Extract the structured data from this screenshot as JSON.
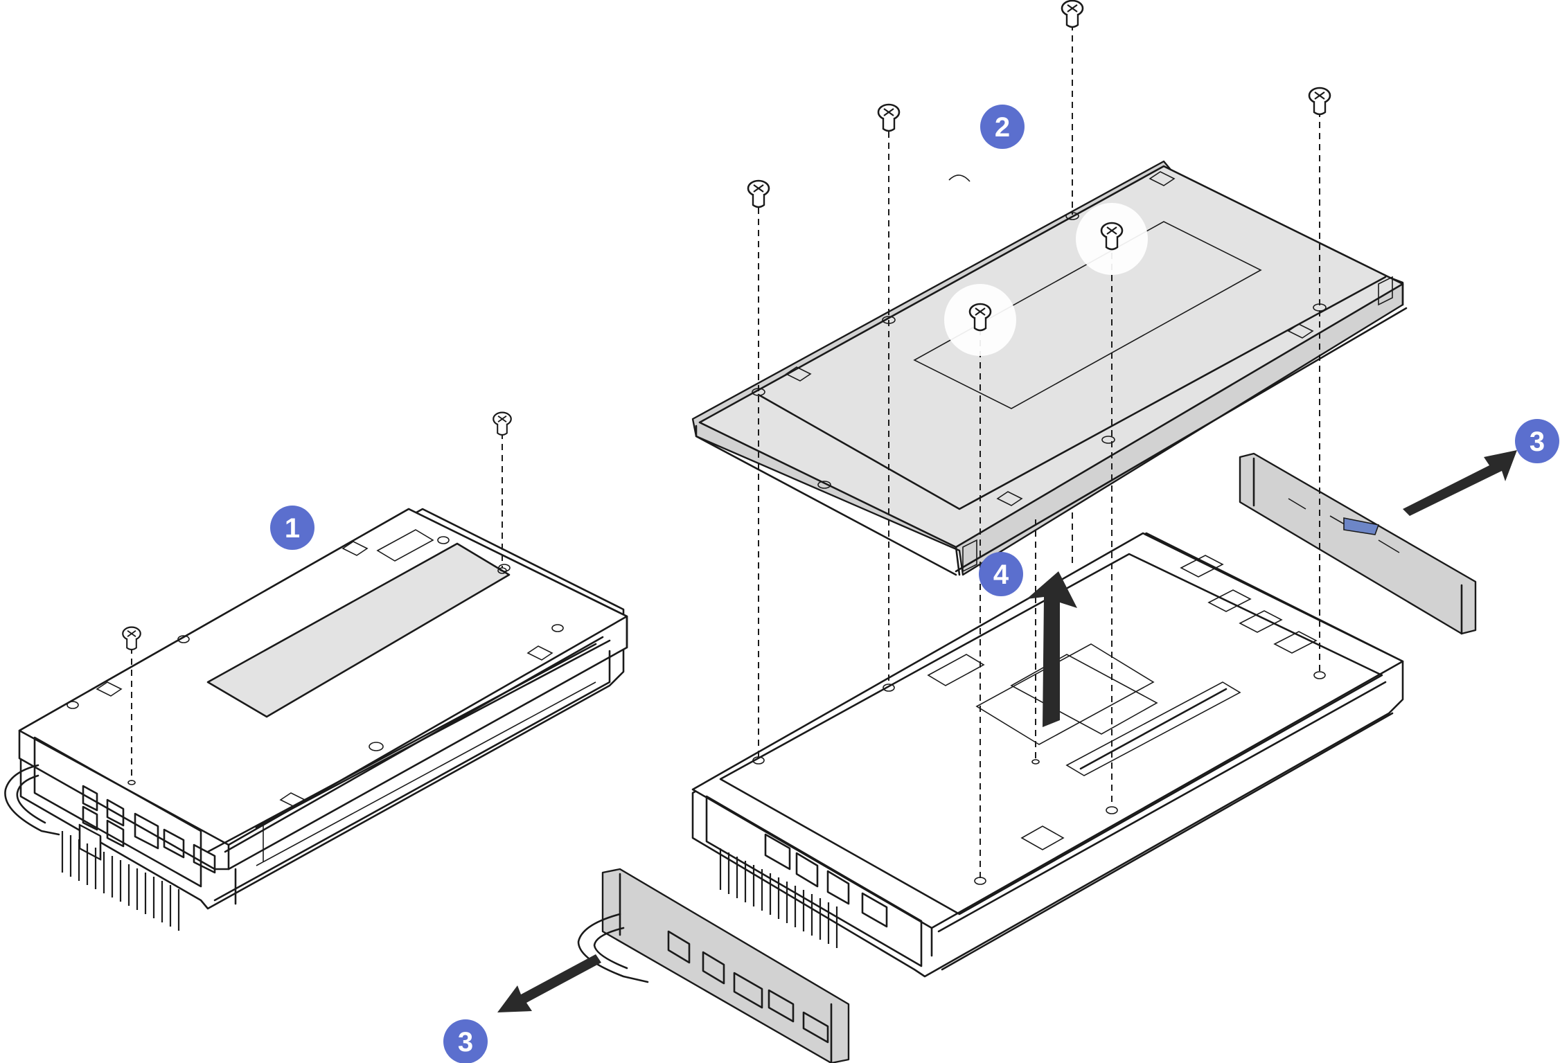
{
  "callouts": {
    "step1": "1",
    "step2": "2",
    "step3_left": "3",
    "step3_right": "3",
    "step4": "4"
  },
  "colors": {
    "callout": "#5b6fce",
    "cover": "#e3e3e3",
    "line": "#1a1a1a"
  }
}
